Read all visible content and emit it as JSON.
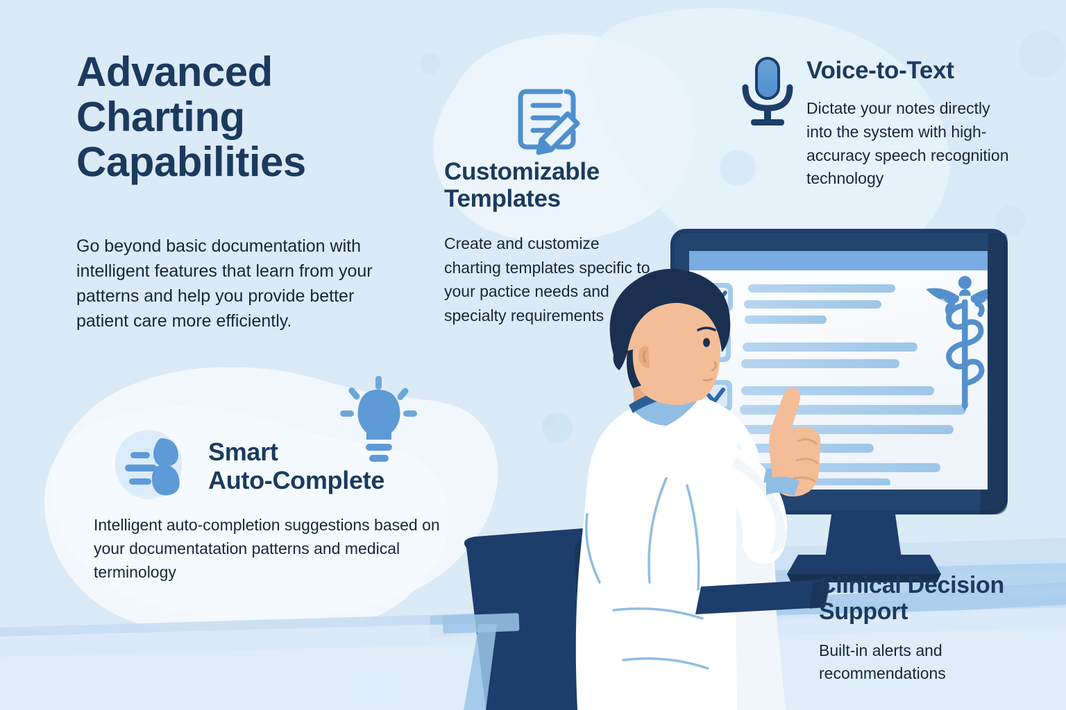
{
  "page": {
    "background_color": "#dbeaf7",
    "heading_color": "#1b3a5e",
    "body_text_color": "#15263d",
    "accent_blue": "#4f8fce",
    "navy": "#1d3d6b"
  },
  "title": {
    "line1": "Advanced",
    "line2": "Charting",
    "line3": "Capabilities"
  },
  "lead": "Go beyond basic documentation with intelligent features that learn from your patterns and help you provide better patient care more efficiently.",
  "features": {
    "templates": {
      "icon": "document-edit-icon",
      "heading_line1": "Customizable",
      "heading_line2": "Templates",
      "body": "Create and customize charting templates specific to your pactice needs and specialty requirements"
    },
    "voice": {
      "icon": "microphone-icon",
      "heading": "Voice-to-Text",
      "body": "Dictate your notes directly into the system with high-accuracy speech recognition technology"
    },
    "autocomplete": {
      "icon_list": "suggestion-list-icon",
      "icon_idea": "lightbulb-icon",
      "heading_line1": "Smart",
      "heading_line2": "Auto-Complete",
      "body": "Intelligent auto-completion suggestions based on your documentatation patterns and medical terminology"
    },
    "clinical": {
      "heading_line1": "Clinical Decision",
      "heading_line2": "Support",
      "body": "Built-in alerts and recommendations"
    }
  },
  "illustration": {
    "scene": "doctor-at-monitor",
    "monitor": {
      "bezel_color": "#1d3d6b",
      "screen_color": "#f4f8fc",
      "header_bar_color": "#79ace0",
      "symbol": "caduceus-icon",
      "symbol_color": "#5590cc",
      "checkboxes": [
        {
          "checked": true
        },
        {
          "checked": false
        },
        {
          "checked": true
        },
        {
          "checked": false
        }
      ],
      "text_line_color": "#a8cdec"
    },
    "doctor": {
      "coat_color": "#ffffff",
      "hair_color": "#1b3050",
      "skin_color": "#f0b894",
      "chair_color": "#1d3d6b"
    }
  }
}
